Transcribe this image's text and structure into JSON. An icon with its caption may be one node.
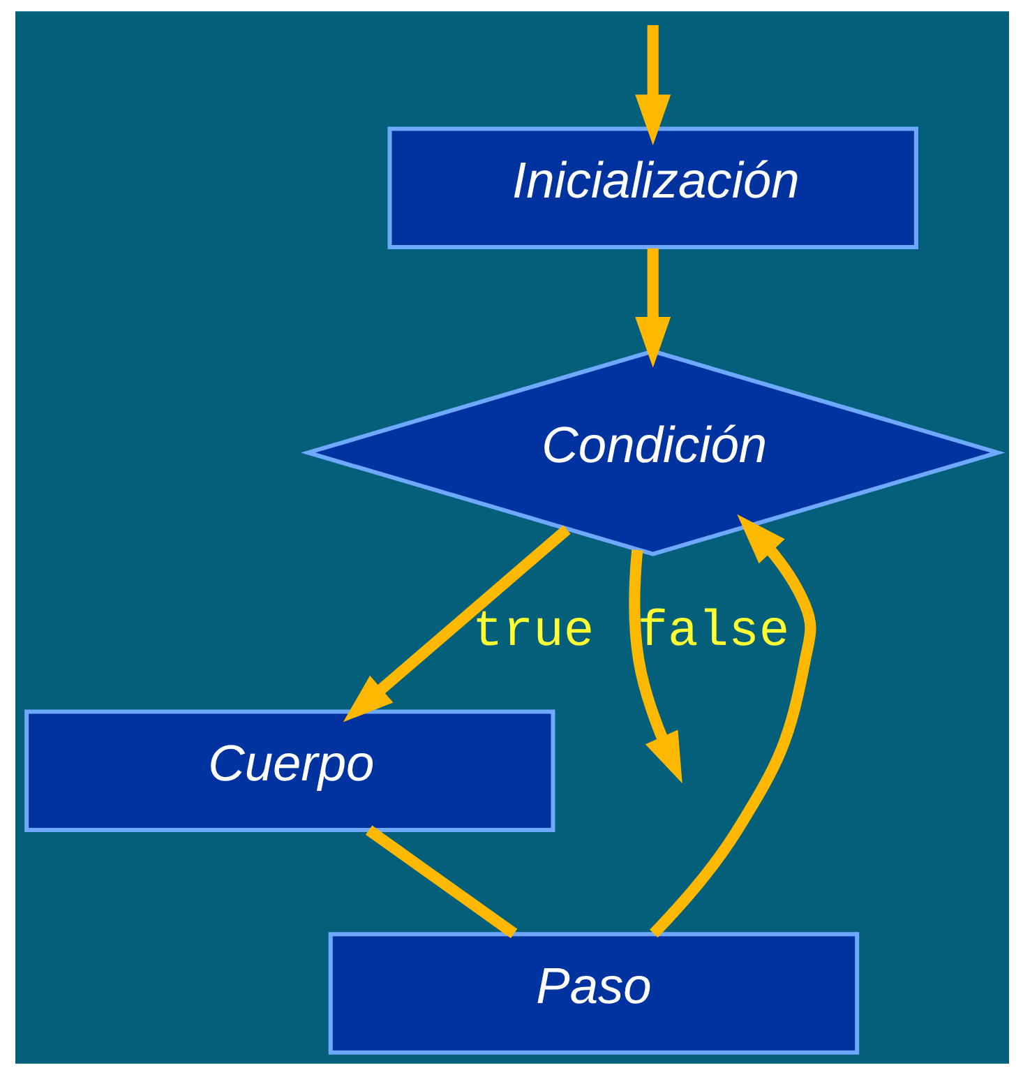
{
  "diagram": {
    "nodes": [
      {
        "text": [
          "Inicialización"
        ]
      },
      {
        "text": [
          "Condición"
        ]
      },
      {
        "text": [
          "Cuerpo"
        ]
      },
      {
        "text": [
          "Paso"
        ]
      }
    ],
    "edges": [
      {
        "from": null,
        "to": 0,
        "arrow": "to"
      },
      {
        "from": 0,
        "to": 1,
        "arrow": "to"
      },
      {
        "from": 1,
        "to": 2,
        "label": "true",
        "arrow": "to"
      },
      {
        "from": 2,
        "to": 3,
        "arrow": "none"
      },
      {
        "from": 3,
        "to": 1,
        "arrow": "to"
      },
      {
        "from": 1,
        "to": null,
        "label": "false",
        "arrow": "to"
      }
    ]
  }
}
